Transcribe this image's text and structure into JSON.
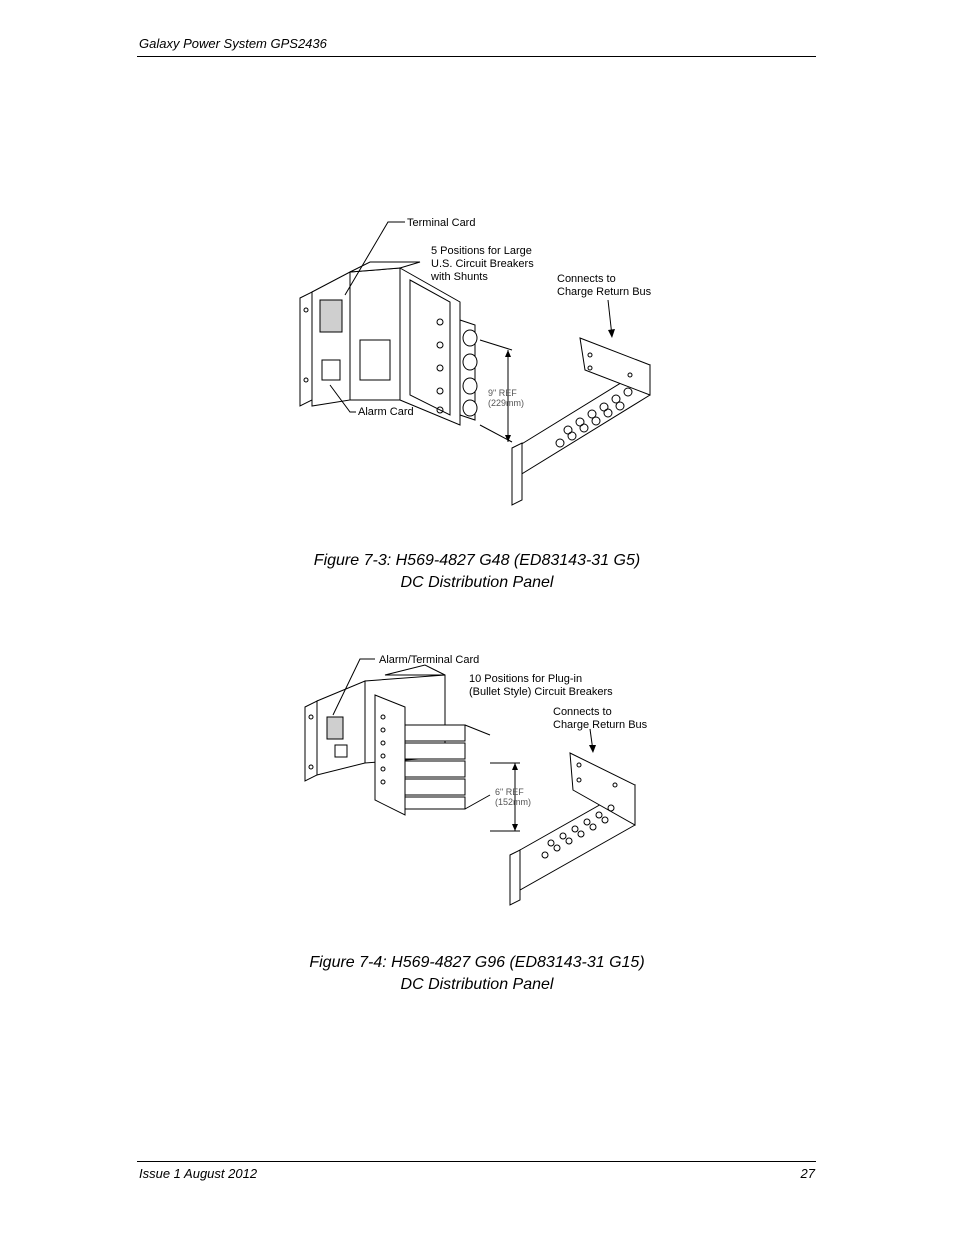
{
  "header": {
    "title": "Galaxy Power System GPS2436"
  },
  "figure1": {
    "labels": {
      "terminal_card": "Terminal Card",
      "positions_l1": "5 Positions for Large",
      "positions_l2": "U.S. Circuit Breakers",
      "positions_l3": "with Shunts",
      "connects_l1": "Connects to",
      "connects_l2": "Charge Return Bus",
      "ref_l1": "9\" REF",
      "ref_l2": "(229mm)",
      "alarm_card": "Alarm Card"
    },
    "caption_l1": "Figure 7-3: H569-4827 G48 (ED83143-31 G5)",
    "caption_l2": "DC Distribution Panel"
  },
  "figure2": {
    "labels": {
      "alarm_terminal_card": "Alarm/Terminal Card",
      "positions_l1": "10 Positions for Plug-in",
      "positions_l2": "(Bullet Style) Circuit Breakers",
      "connects_l1": "Connects to",
      "connects_l2": "Charge Return Bus",
      "ref_l1": "6\" REF",
      "ref_l2": "(152mm)"
    },
    "caption_l1": "Figure 7-4: H569-4827 G96 (ED83143-31 G15)",
    "caption_l2": "DC Distribution Panel"
  },
  "footer": {
    "issue": "Issue 1 August 2012",
    "page_number": "27"
  }
}
